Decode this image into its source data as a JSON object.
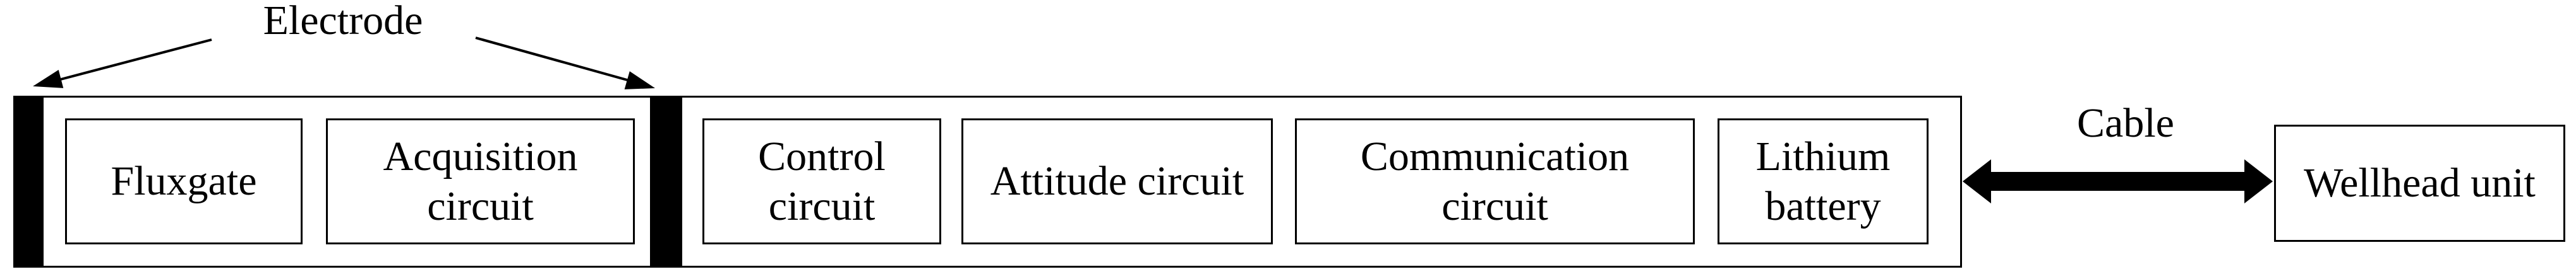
{
  "figure": {
    "labels": {
      "electrode": "Electrode",
      "cable": "Cable"
    },
    "boxes": {
      "fluxgate": "Fluxgate",
      "acquisition": "Acquisition\ncircuit",
      "control": "Control\ncircuit",
      "attitude": "Attitude circuit",
      "communication": "Communication\ncircuit",
      "lithium": "Lithium\nbattery",
      "wellhead": "Wellhead unit"
    },
    "colors": {
      "ink": "#000000",
      "background": "#ffffff"
    }
  }
}
